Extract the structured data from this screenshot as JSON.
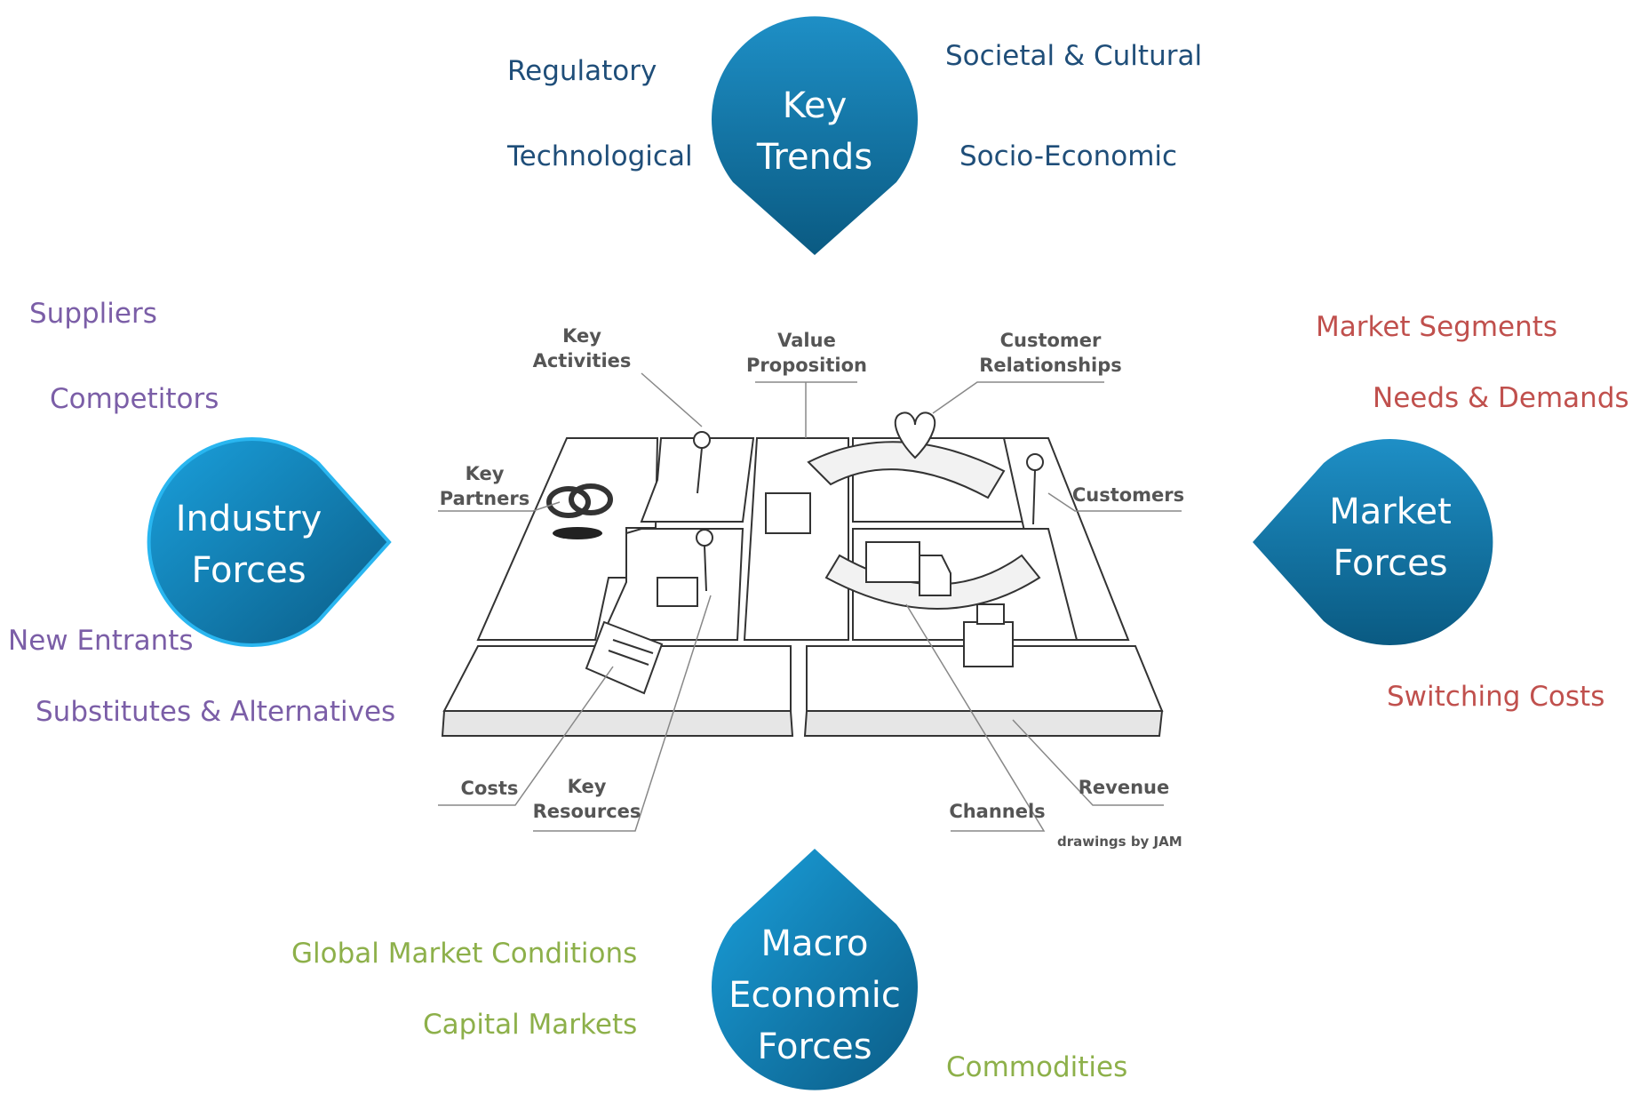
{
  "key_trends": {
    "title": [
      "Key",
      "Trends"
    ],
    "items": [
      "Regulatory",
      "Technological",
      "Societal & Cultural",
      "Socio-Economic"
    ]
  },
  "industry_forces": {
    "title": [
      "Industry",
      "Forces"
    ],
    "items": [
      "Suppliers",
      "Competitors",
      "New Entrants",
      "Substitutes & Alternatives"
    ]
  },
  "market_forces": {
    "title": [
      "Market",
      "Forces"
    ],
    "items": [
      "Market Segments",
      "Needs & Demands",
      "Switching Costs"
    ]
  },
  "macro_forces": {
    "title": [
      "Macro",
      "Economic",
      "Forces"
    ],
    "items": [
      "Global Market Conditions",
      "Capital Markets",
      "Commodities"
    ]
  },
  "canvas": {
    "key_activities": [
      "Key",
      "Activities"
    ],
    "value_proposition": [
      "Value",
      "Proposition"
    ],
    "customer_relationships": [
      "Customer",
      "Relationships"
    ],
    "key_partners": [
      "Key",
      "Partners"
    ],
    "customers": "Customers",
    "costs": "Costs",
    "key_resources": [
      "Key",
      "Resources"
    ],
    "channels": "Channels",
    "revenue": "Revenue",
    "credit": "drawings by JAM"
  },
  "colors": {
    "trend_text": "#1f4e79",
    "industry_text": "#7b5ea7",
    "market_text": "#c0504d",
    "macro_text": "#8db04a",
    "drop_fill_light": "#1aa0dc",
    "drop_fill_dark": "#0b5c86"
  }
}
